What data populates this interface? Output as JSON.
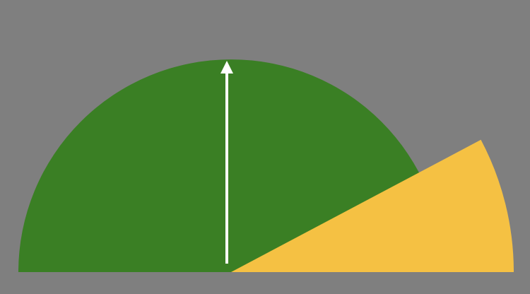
{
  "gauge": {
    "colors": {
      "background": "#7f7f7f",
      "main_zone": "#3a7f24",
      "accent_zone": "#f5c143",
      "needle": "#ffffff"
    },
    "zones": [
      {
        "name": "green-zone",
        "from": 0.0,
        "to": 0.85,
        "color": "#3a7f24"
      },
      {
        "name": "yellow-zone",
        "from": 0.85,
        "to": 1.0,
        "color": "#f5c143"
      }
    ],
    "needle_value": 0.5
  }
}
